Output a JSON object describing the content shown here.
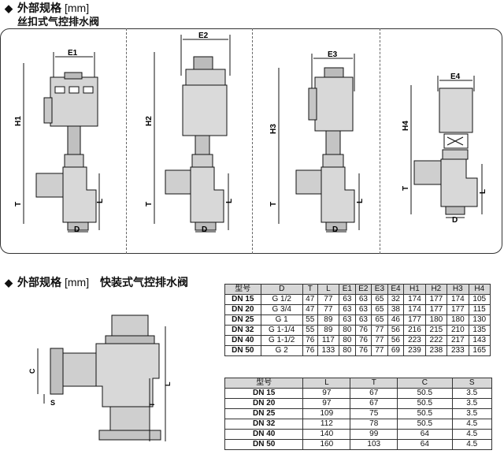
{
  "section1": {
    "title": "外部规格",
    "unit": "[mm]",
    "subtitle": "丝扣式气控排水阀",
    "drawings": [
      {
        "labels": [
          "E1",
          "H1",
          "T",
          "L",
          "D"
        ]
      },
      {
        "labels": [
          "E2",
          "H2",
          "T",
          "L",
          "D"
        ]
      },
      {
        "labels": [
          "E3",
          "H3",
          "T",
          "L",
          "D"
        ]
      },
      {
        "labels": [
          "E4",
          "H4",
          "T",
          "L",
          "D"
        ]
      }
    ]
  },
  "section2": {
    "title": "外部规格",
    "unit": "[mm]",
    "subtitle": "快装式气控排水阀",
    "drawing_labels": [
      "C",
      "S",
      "T",
      "L"
    ]
  },
  "table1": {
    "headers": [
      "型号",
      "D",
      "T",
      "L",
      "E1",
      "E2",
      "E3",
      "E4",
      "H1",
      "H2",
      "H3",
      "H4"
    ],
    "rows": [
      [
        "DN 15",
        "G 1/2",
        "47",
        "77",
        "63",
        "63",
        "65",
        "32",
        "174",
        "177",
        "174",
        "105"
      ],
      [
        "DN 20",
        "G 3/4",
        "47",
        "77",
        "63",
        "63",
        "65",
        "38",
        "174",
        "177",
        "177",
        "115"
      ],
      [
        "DN 25",
        "G 1",
        "55",
        "89",
        "63",
        "63",
        "65",
        "46",
        "177",
        "180",
        "180",
        "130"
      ],
      [
        "DN 32",
        "G 1-1/4",
        "55",
        "89",
        "80",
        "76",
        "77",
        "56",
        "216",
        "215",
        "210",
        "135"
      ],
      [
        "DN 40",
        "G 1-1/2",
        "76",
        "117",
        "80",
        "76",
        "77",
        "56",
        "223",
        "222",
        "217",
        "143"
      ],
      [
        "DN 50",
        "G 2",
        "76",
        "133",
        "80",
        "76",
        "77",
        "69",
        "239",
        "238",
        "233",
        "165"
      ]
    ]
  },
  "table2": {
    "headers": [
      "型号",
      "L",
      "T",
      "C",
      "S"
    ],
    "rows": [
      [
        "DN 15",
        "97",
        "67",
        "50.5",
        "3.5"
      ],
      [
        "DN 20",
        "97",
        "67",
        "50.5",
        "3.5"
      ],
      [
        "DN 25",
        "109",
        "75",
        "50.5",
        "3.5"
      ],
      [
        "DN 32",
        "112",
        "78",
        "50.5",
        "4.5"
      ],
      [
        "DN 40",
        "140",
        "99",
        "64",
        "4.5"
      ],
      [
        "DN 50",
        "160",
        "103",
        "64",
        "4.5"
      ]
    ]
  }
}
